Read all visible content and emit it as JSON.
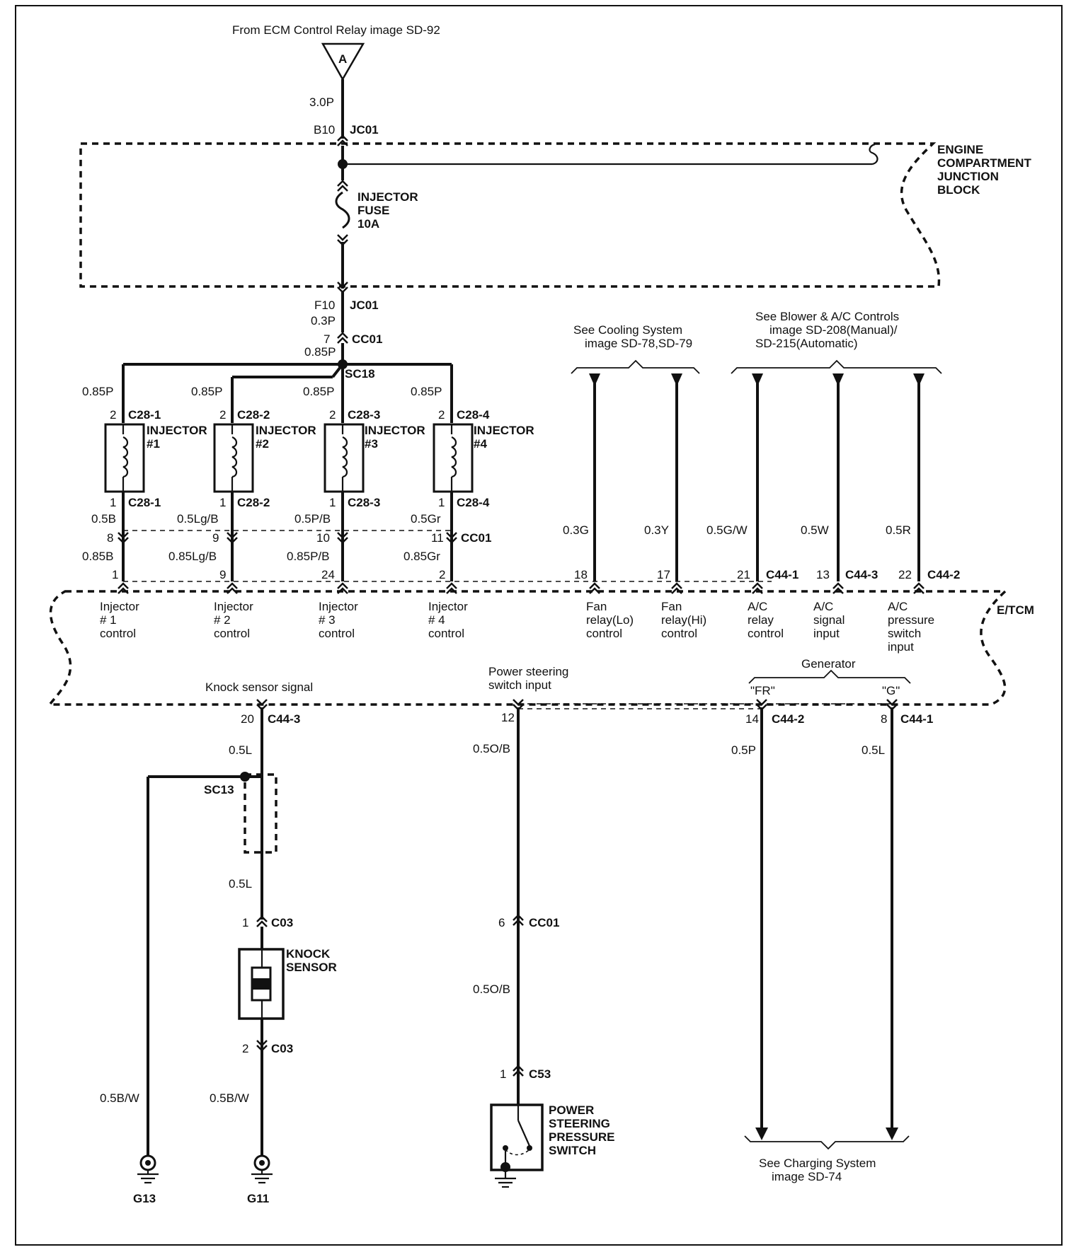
{
  "header": {
    "source_ref": "From ECM Control Relay image SD-92",
    "source_letter": "A"
  },
  "top_wire": {
    "gauge": "3.0P",
    "pin": "B10",
    "connector": "JC01"
  },
  "junction_block": {
    "name_lines": [
      "ENGINE",
      "COMPARTMENT",
      "JUNCTION",
      "BLOCK"
    ],
    "fuse_lines": [
      "INJECTOR",
      "FUSE",
      "10A"
    ]
  },
  "lower_feed": {
    "pin_f": "F10",
    "connector_jc": "JC01",
    "gauge_a": "0.3P",
    "pin_7": "7",
    "connector_cc": "CC01",
    "gauge_b": "0.85P",
    "splice": "SC18"
  },
  "injectors": [
    {
      "feed_gauge": "0.85P",
      "top_pin": "2",
      "top_conn": "C28-1",
      "label1": "INJECTOR",
      "label2": "#1",
      "bot_pin": "1",
      "bot_conn": "C28-1",
      "wire_a": "0.5B",
      "cc_pin": "8",
      "wire_b": "0.85B",
      "ecm_pin": "1",
      "ecm_label": [
        "Injector",
        "# 1",
        "control"
      ]
    },
    {
      "feed_gauge": "0.85P",
      "top_pin": "2",
      "top_conn": "C28-2",
      "label1": "INJECTOR",
      "label2": "#2",
      "bot_pin": "1",
      "bot_conn": "C28-2",
      "wire_a": "0.5Lg/B",
      "cc_pin": "9",
      "wire_b": "0.85Lg/B",
      "ecm_pin": "9",
      "ecm_label": [
        "Injector",
        "# 2",
        "control"
      ]
    },
    {
      "feed_gauge": "0.85P",
      "top_pin": "2",
      "top_conn": "C28-3",
      "label1": "INJECTOR",
      "label2": "#3",
      "bot_pin": "1",
      "bot_conn": "C28-3",
      "wire_a": "0.5P/B",
      "cc_pin": "10",
      "wire_b": "0.85P/B",
      "ecm_pin": "24",
      "ecm_label": [
        "Injector",
        "# 3",
        "control"
      ]
    },
    {
      "feed_gauge": "0.85P",
      "top_pin": "2",
      "top_conn": "C28-4",
      "label1": "INJECTOR",
      "label2": "#4",
      "bot_pin": "1",
      "bot_conn": "C28-4",
      "wire_a": "0.5Gr",
      "cc_pin": "11",
      "wire_b": "0.85Gr",
      "ecm_pin": "2",
      "ecm_label": [
        "Injector",
        "# 4",
        "control"
      ]
    }
  ],
  "cc01_label": "CC01",
  "cooling_ref": [
    "See Cooling System",
    "image SD-78,SD-79"
  ],
  "blower_ref": [
    "See Blower & A/C Controls",
    "image SD-208(Manual)/",
    "SD-215(Automatic)"
  ],
  "right_wires": [
    {
      "gauge": "0.3G",
      "pin": "18",
      "conn": "",
      "label": [
        "Fan",
        "relay(Lo)",
        "control"
      ]
    },
    {
      "gauge": "0.3Y",
      "pin": "17",
      "conn": "",
      "label": [
        "Fan",
        "relay(Hi)",
        "control"
      ]
    },
    {
      "gauge": "0.5G/W",
      "pin": "21",
      "conn": "C44-1",
      "label": [
        "A/C",
        "relay",
        "control"
      ]
    },
    {
      "gauge": "0.5W",
      "pin": "13",
      "conn": "C44-3",
      "label": [
        "A/C",
        "signal",
        "input"
      ]
    },
    {
      "gauge": "0.5R",
      "pin": "22",
      "conn": "C44-2",
      "label": [
        "A/C",
        "pressure",
        "switch",
        "input"
      ]
    }
  ],
  "etcm_label": "E/TCM",
  "generator": {
    "title": "Generator",
    "fr": "\"FR\"",
    "g": "\"G\""
  },
  "knock": {
    "signal_label": "Knock sensor signal",
    "pin": "20",
    "conn": "C44-3",
    "gauge1": "0.5L",
    "splice": "SC13",
    "gauge2": "0.5L",
    "c03_pin1": "1",
    "c03": "C03",
    "sensor_lines": [
      "KNOCK",
      "SENSOR"
    ],
    "c03_pin2": "2",
    "c03b": "C03",
    "ground_gauge_a": "0.5B/W",
    "ground_gauge_b": "0.5B/W",
    "ground_a": "G13",
    "ground_b": "G11"
  },
  "power_steering": {
    "label": [
      "Power steering",
      "switch input"
    ],
    "pin": "12",
    "gauge1": "0.5O/B",
    "cc_pin": "6",
    "cc": "CC01",
    "gauge2": "0.5O/B",
    "c53_pin": "1",
    "c53": "C53",
    "switch_lines": [
      "POWER",
      "STEERING",
      "PRESSURE",
      "SWITCH"
    ]
  },
  "charging": {
    "fr_pin": "14",
    "fr_conn": "C44-2",
    "fr_gauge": "0.5P",
    "g_pin": "8",
    "g_conn": "C44-1",
    "g_gauge": "0.5L",
    "ref": [
      "See Charging System",
      "image SD-74"
    ]
  }
}
